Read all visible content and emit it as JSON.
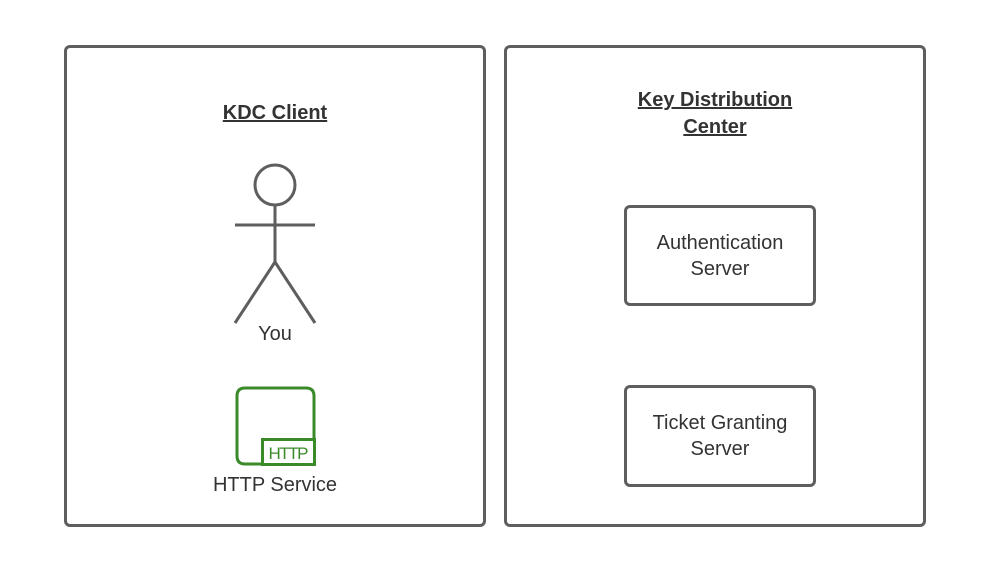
{
  "client_panel": {
    "title": "KDC Client",
    "user_label": "You",
    "service_label": "HTTP Service",
    "service_icon_text": "HTTP"
  },
  "kdc_panel": {
    "title_line1": "Key Distribution",
    "title_line2": "Center",
    "auth_server": {
      "line1": "Authentication",
      "line2": "Server"
    },
    "tgs_server": {
      "line1": "Ticket Granting",
      "line2": "Server"
    }
  },
  "colors": {
    "border": "#5e5e5e",
    "http_icon": "#3a8a2a"
  }
}
